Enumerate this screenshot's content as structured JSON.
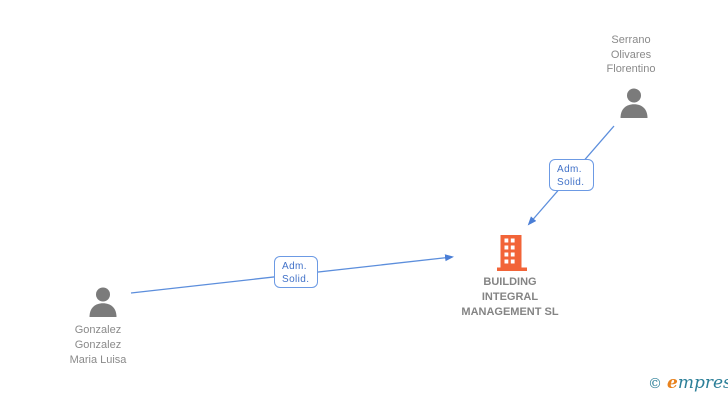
{
  "colors": {
    "edge_blue": "#5C8EDC",
    "arrow_blue": "#4A7ED6",
    "person_gray": "#7B7B7B",
    "building_orange": "#F26438",
    "name_gray": "#8A8A8A",
    "company_gray": "#848484",
    "edge_label_blue": "#4272C8",
    "edge_label_border": "#6C9AE4",
    "logo_teal": "#2B7F98",
    "logo_orange": "#E8821E"
  },
  "diagram": {
    "person_top": {
      "lines": [
        "Serrano",
        "Olivares",
        "Florentino"
      ]
    },
    "person_bottom": {
      "lines": [
        "Gonzalez",
        "Gonzalez",
        "Maria Luisa"
      ]
    },
    "company": {
      "lines": [
        "BUILDING",
        "INTEGRAL",
        "MANAGEMENT SL"
      ]
    },
    "edge_top": {
      "label_lines": [
        "Adm.",
        "Solid."
      ]
    },
    "edge_bottom": {
      "label_lines": [
        "Adm.",
        "Solid."
      ]
    }
  },
  "footer": {
    "copyright": "©",
    "brand_first": "e",
    "brand_rest": "mpresia"
  }
}
